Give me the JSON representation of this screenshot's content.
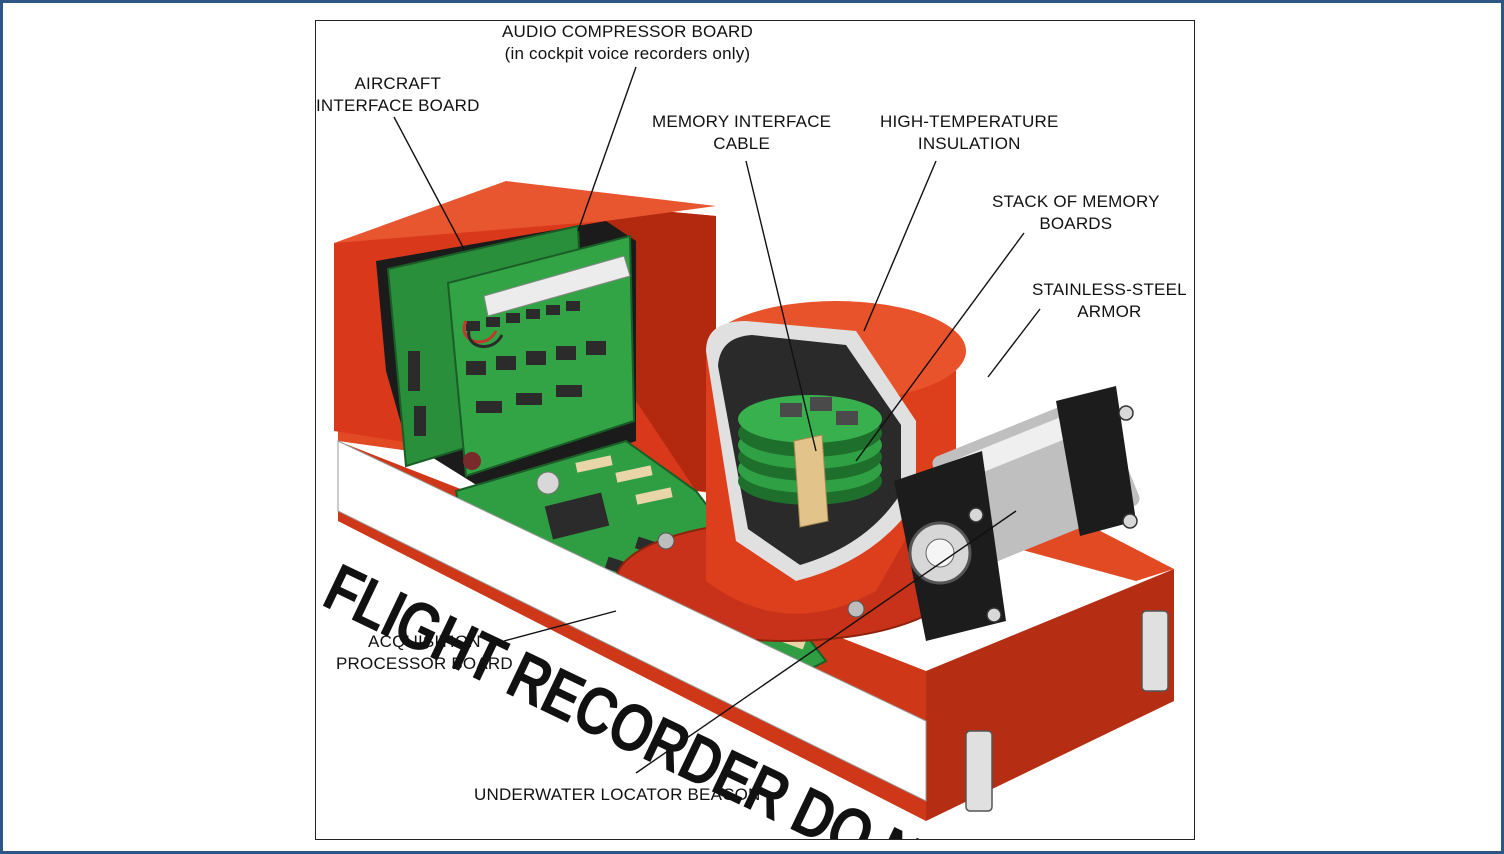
{
  "labels": {
    "audio_compressor": {
      "line1": "AUDIO COMPRESSOR BOARD",
      "line2": "(in cockpit voice recorders only)"
    },
    "aircraft_interface": {
      "line1": "AIRCRAFT",
      "line2": "INTERFACE BOARD"
    },
    "memory_interface_cable": {
      "line1": "MEMORY INTERFACE",
      "line2": "CABLE"
    },
    "high_temp_insulation": {
      "line1": "HIGH-TEMPERATURE",
      "line2": "INSULATION"
    },
    "stack_memory_boards": {
      "line1": "STACK OF MEMORY",
      "line2": "BOARDS"
    },
    "stainless_armor": {
      "line1": "STAINLESS-STEEL",
      "line2": "ARMOR"
    },
    "acquisition_board": {
      "line1": "ACQUISITION",
      "line2": "PROCESSOR BOARD"
    },
    "locator_beacon": {
      "line1": "UNDERWATER LOCATOR BEACON"
    }
  },
  "side_text": "FLIGHT RECORDER DO NOT OPEN",
  "colors": {
    "frame": "#2f5584",
    "case": "#d9381a",
    "case_dark": "#a8260f",
    "case_light": "#ec5a33",
    "pcb": "#2e9a3f",
    "pcb_dark": "#1d6e2b",
    "insulation": "#2a2a2a",
    "steel": "#c9c9c9",
    "label_white": "#ffffff"
  }
}
